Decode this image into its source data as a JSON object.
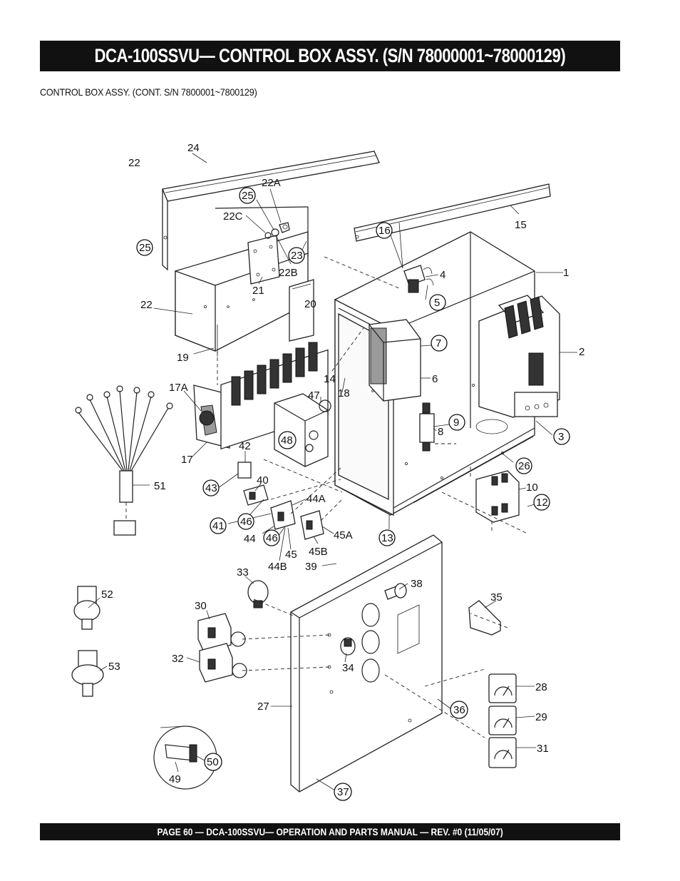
{
  "header": {
    "title": "DCA-100SSVU— CONTROL BOX   ASSY. (S/N 78000001~78000129)",
    "subtitle": "CONTROL BOX ASSY. (CONT.  S/N 7800001~7800129)"
  },
  "footer": {
    "text": "PAGE 60 — DCA-100SSVU—  OPERATION AND PARTS  MANUAL — REV. #0  (11/05/07)"
  },
  "labels": {
    "p24": "24",
    "p22_top": "22",
    "p22a": "22A",
    "p25a": "25",
    "p22c": "22C",
    "p25b": "25",
    "p22b": "22B",
    "p21": "21",
    "p23": "23",
    "p16": "16",
    "p15": "15",
    "p1": "1",
    "p4": "4",
    "p5": "5",
    "p20": "20",
    "p22": "22",
    "p19": "19",
    "p7": "7",
    "p2": "2",
    "p6": "6",
    "p17a": "17A",
    "p14": "14",
    "p18": "18",
    "p47": "47",
    "p9": "9",
    "p8": "8",
    "p3": "3",
    "p48": "48",
    "p17": "17",
    "p42": "42",
    "p26": "26",
    "p51": "51",
    "p40": "40",
    "p43": "43",
    "p10": "10",
    "p44a": "44A",
    "p46a": "46",
    "p12": "12",
    "p41": "41",
    "p44": "44",
    "p46b": "46",
    "p45a": "45A",
    "p13": "13",
    "p45": "45",
    "p45b": "45B",
    "p44b": "44B",
    "p39": "39",
    "p33": "33",
    "p38": "38",
    "p52": "52",
    "p35": "35",
    "p30": "30",
    "p32": "32",
    "p34": "34",
    "p53": "53",
    "p28": "28",
    "p29": "29",
    "p27": "27",
    "p36": "36",
    "p50": "50",
    "p31": "31",
    "p49": "49",
    "p37": "37"
  }
}
